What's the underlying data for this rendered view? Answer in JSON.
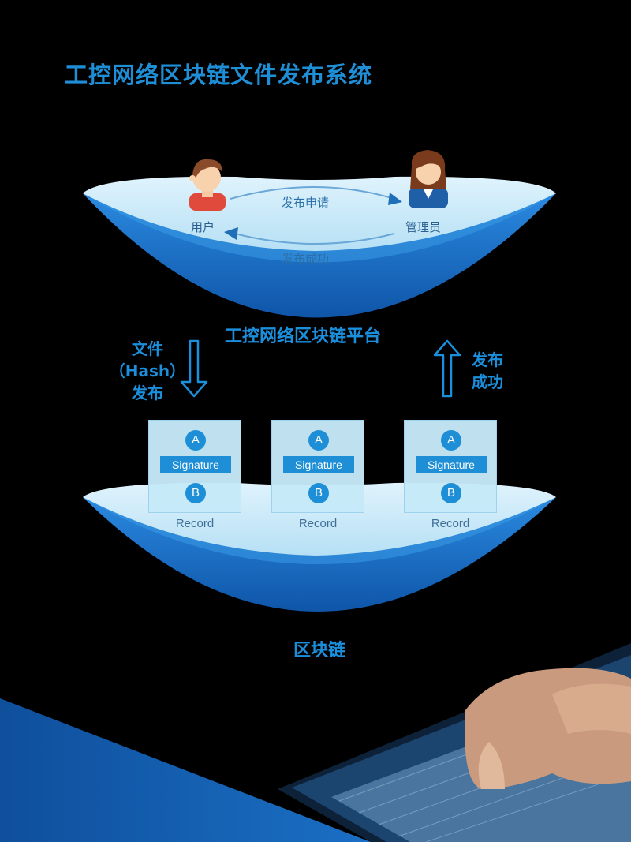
{
  "title": "工控网络区块链文件发布系统",
  "top_bowl": {
    "request_label": "发布申请",
    "success_label": "发布成功",
    "user_label": "用户",
    "admin_label": "管理员",
    "platform_label": "工控网络区块链平台"
  },
  "left_arrow_label": {
    "line1": "文件",
    "line2": "（Hash）",
    "line3": "发布"
  },
  "right_arrow_label": {
    "line1": "发布",
    "line2": "成功"
  },
  "blocks": [
    {
      "a": "A",
      "signature": "Signature",
      "b": "B",
      "record": "Record"
    },
    {
      "a": "A",
      "signature": "Signature",
      "b": "B",
      "record": "Record"
    },
    {
      "a": "A",
      "signature": "Signature",
      "b": "B",
      "record": "Record"
    }
  ],
  "chain_label": "区块链",
  "colors": {
    "accent": "#1e8fd6",
    "bowl_light": "#c6e9f9",
    "bowl_dark": "#1565b8",
    "background": "#000000"
  }
}
